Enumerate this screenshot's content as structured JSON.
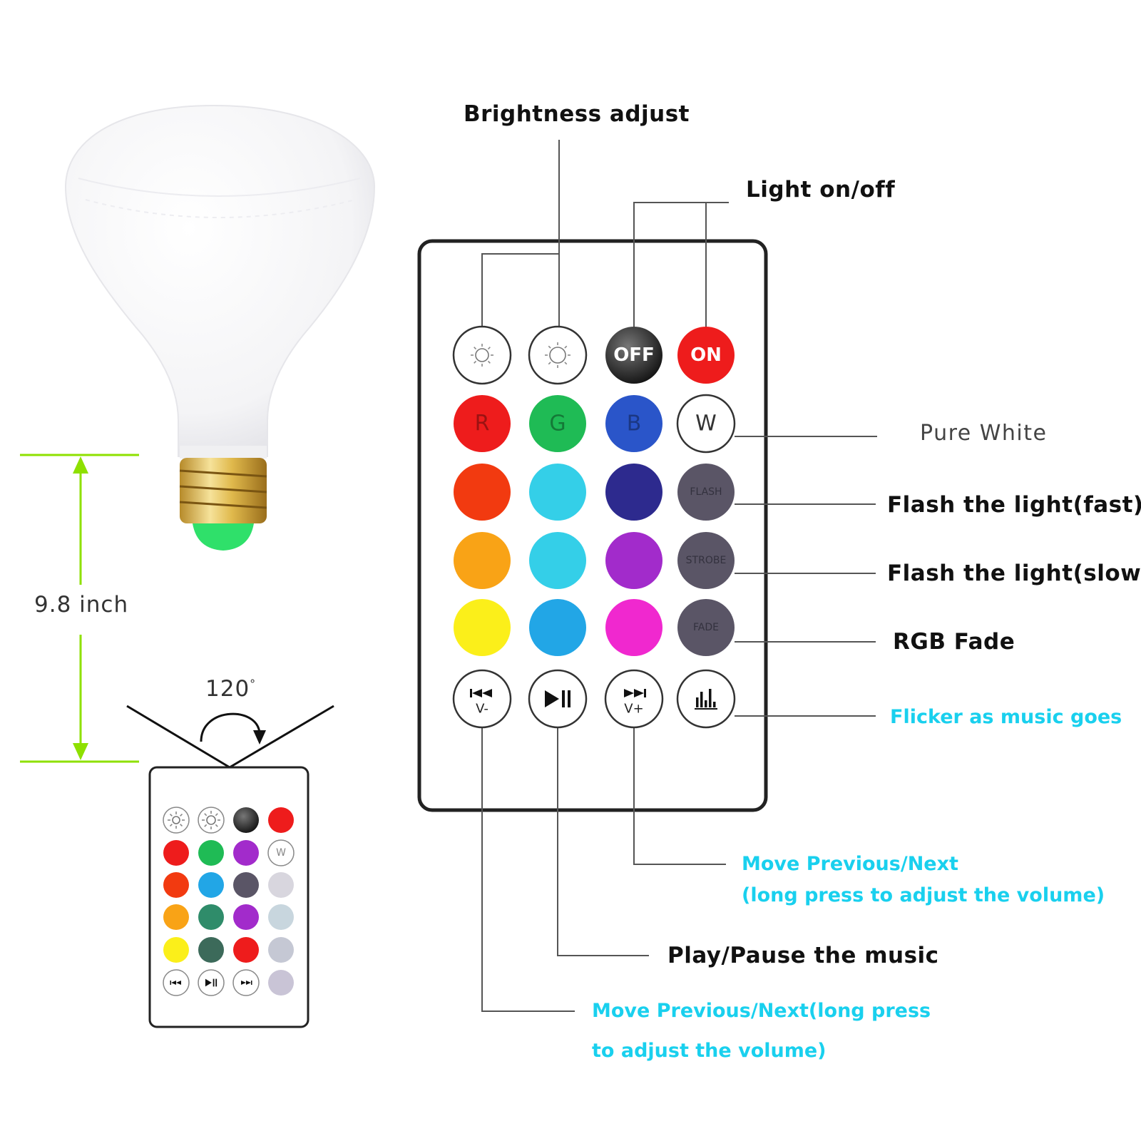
{
  "labels": {
    "brightness": "Brightness adjust",
    "light_onoff": "Light on/off",
    "pure_white": "Pure White",
    "flash_fast": "Flash the light(fast)",
    "flash_slow": "Flash the light(slow)",
    "rgb_fade": "RGB Fade",
    "flicker": "Flicker as music goes",
    "next_line1": "Move Previous/Next",
    "next_line2": "(long press to adjust the volume)",
    "play_pause": "Play/Pause the music",
    "prev_line1": "Move Previous/Next(long press",
    "prev_line2": "to adjust the volume)"
  },
  "dimensions": {
    "height": "9.8 inch",
    "angle": "120",
    "angle_unit": "°"
  },
  "buttons": {
    "off": "OFF",
    "on": "ON",
    "r": "R",
    "g": "G",
    "b": "B",
    "w": "W",
    "flash": "FLASH",
    "strobe": "STROBE",
    "fade": "FADE",
    "vminus": "V-",
    "vplus": "V+",
    "mini_w": "W"
  },
  "colors": {
    "accent_cyan": "#19d0ee",
    "dimension_green": "#8ee000",
    "red": "#ee1c1c",
    "green": "#1fbb55",
    "blue": "#2a55c9",
    "orange_red": "#f23a10",
    "orange": "#f9a316",
    "yellow": "#fbef1a",
    "cyan": "#34cfe8",
    "sky": "#22a6e6",
    "indigo": "#2d2a8e",
    "purple": "#a22bcb",
    "magenta": "#f028cf",
    "gray": "#5a5566"
  },
  "icons": {
    "brightness_down": "sun-small-icon",
    "brightness_up": "sun-large-icon",
    "prev": "previous-track-icon",
    "play_pause": "play-pause-icon",
    "next": "next-track-icon",
    "music": "equalizer-icon"
  }
}
